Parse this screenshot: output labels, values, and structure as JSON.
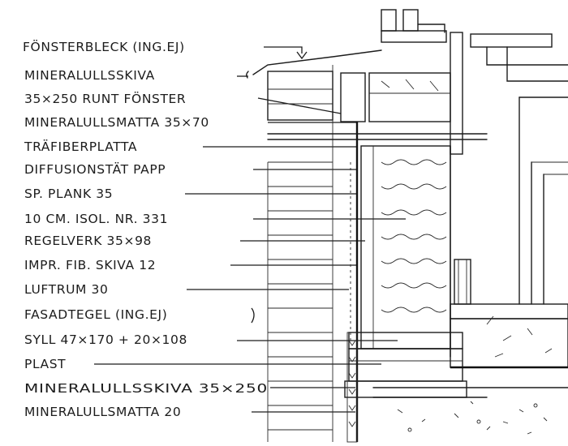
{
  "labels": [
    "FÖNSTERBLECK (ING.EJ)",
    "MINERALULLSSKIVA",
    "35×250  RUNT FÖNSTER",
    "MINERALULLSMATTA 35×70",
    "TRÄFIBERPLATTA",
    "DIFFUSIONSTÄT PAPP",
    "SP. PLANK 35",
    "10 CM. ISOL. NR. 331",
    "REGELVERK 35×98",
    "IMPR. FIB. SKIVA 12",
    "LUFTRUM 30",
    "FASADTEGEL (ING.EJ)",
    "SYLL 47×170 + 20×108",
    "PLAST",
    "MINERALULLSSKIVA 35×250",
    "MINERALULLSMATTA 20"
  ]
}
